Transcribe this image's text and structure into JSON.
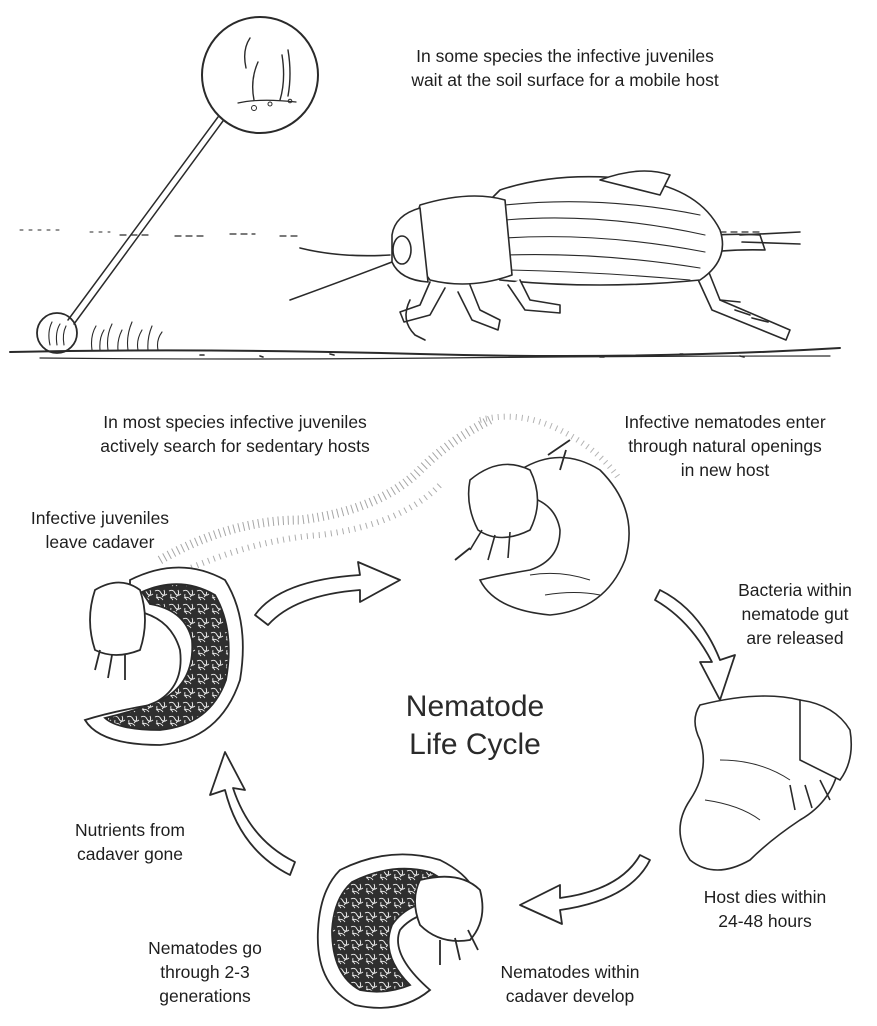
{
  "diagram": {
    "title": {
      "line1": "Nematode",
      "line2": "Life Cycle"
    },
    "captions": {
      "soil_surface": {
        "line1": "In some species the infective juveniles",
        "line2": "wait at the soil surface for a mobile host"
      },
      "active_search": {
        "line1": "In most species infective juveniles",
        "line2": "actively search for sedentary hosts"
      },
      "enter_host": {
        "line1": "Infective nematodes enter",
        "line2": "through natural openings",
        "line3": "in new host"
      },
      "leave_cadaver": {
        "line1": "Infective juveniles",
        "line2": "leave cadaver"
      },
      "bacteria_released": {
        "line1": "Bacteria within",
        "line2": "nematode gut",
        "line3": "are released"
      },
      "nutrients_gone": {
        "line1": "Nutrients from",
        "line2": "cadaver gone"
      },
      "host_dies": {
        "line1": "Host dies within",
        "line2": "24-48 hours"
      },
      "generations": {
        "line1": "Nematodes go",
        "line2": "through 2-3",
        "line3": "generations"
      },
      "develop": {
        "line1": "Nematodes within",
        "line2": "cadaver develop"
      }
    },
    "colors": {
      "ink": "#2a2a2a",
      "fill": "#ffffff",
      "dark_fill": "#3a3a3a"
    }
  }
}
